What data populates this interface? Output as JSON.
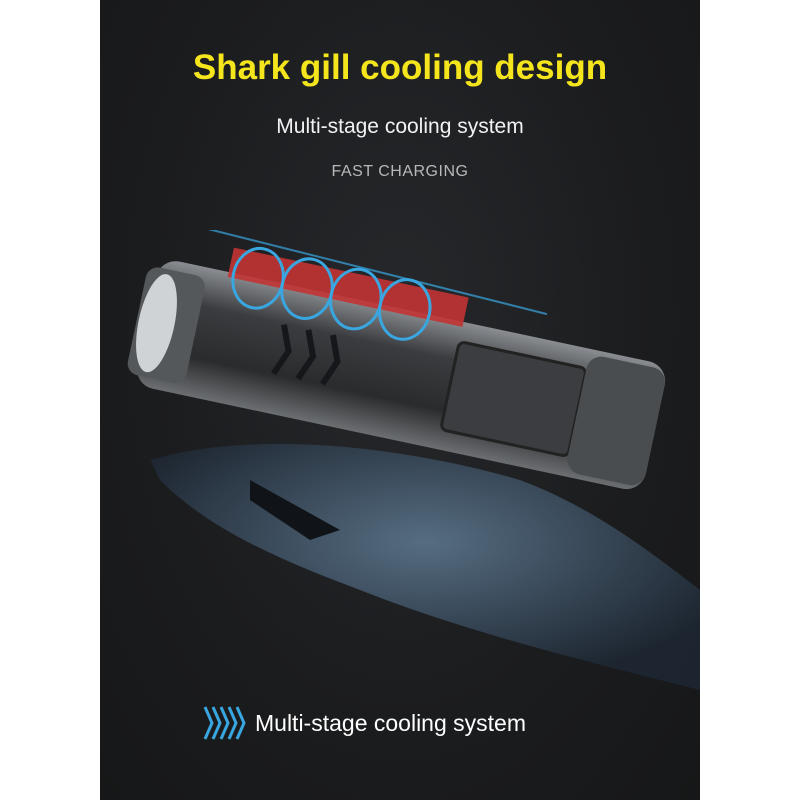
{
  "title": "Shark gill cooling design",
  "subtitle": "Multi-stage cooling system",
  "tagline": "FAST CHARGING",
  "footer": {
    "icon": "chevrons-right-icon",
    "label": "Multi-stage cooling system"
  },
  "colors": {
    "title": "#f5e51c",
    "accent_blue": "#3aa6e0",
    "heat_red": "#d83a3a",
    "background": "#1b1c1e"
  }
}
